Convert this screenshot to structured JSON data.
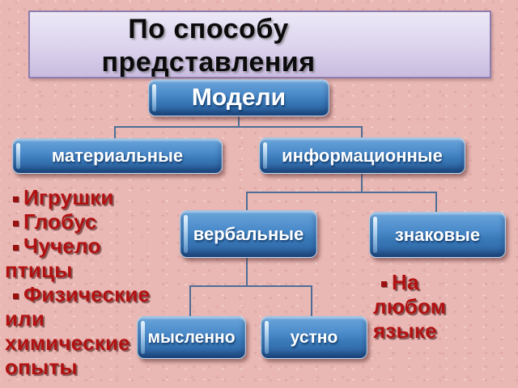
{
  "slide": {
    "title": {
      "line1": "По способу",
      "line2": "представления"
    },
    "tree": {
      "root": {
        "label": "Модели",
        "children": [
          {
            "label": "материальные"
          },
          {
            "label": "информационные",
            "children": [
              {
                "label": "вербальные",
                "children": [
                  {
                    "label": "мысленно"
                  },
                  {
                    "label": "устно"
                  }
                ]
              },
              {
                "label": "знаковые"
              }
            ]
          }
        ]
      }
    },
    "annotations": {
      "material_examples": {
        "items": [
          "Игрушки",
          "Глобус",
          "Чучело\nптицы",
          "Физические\nили\nхимические\nопыты"
        ]
      },
      "sign_note": {
        "items": [
          "На любом\nязыке"
        ]
      }
    },
    "colors": {
      "background_pink": "#e9b8b4",
      "node_blue_top": "#6ba6db",
      "node_blue_bottom": "#2e66a5",
      "node_text": "#ffffff",
      "connector": "#4d6e96",
      "note_red": "#b21111",
      "title_box_top": "#ece8f7",
      "title_box_bottom": "#c9bce0",
      "title_border": "#8d7cac",
      "title_text": "#0b0b0b"
    }
  }
}
